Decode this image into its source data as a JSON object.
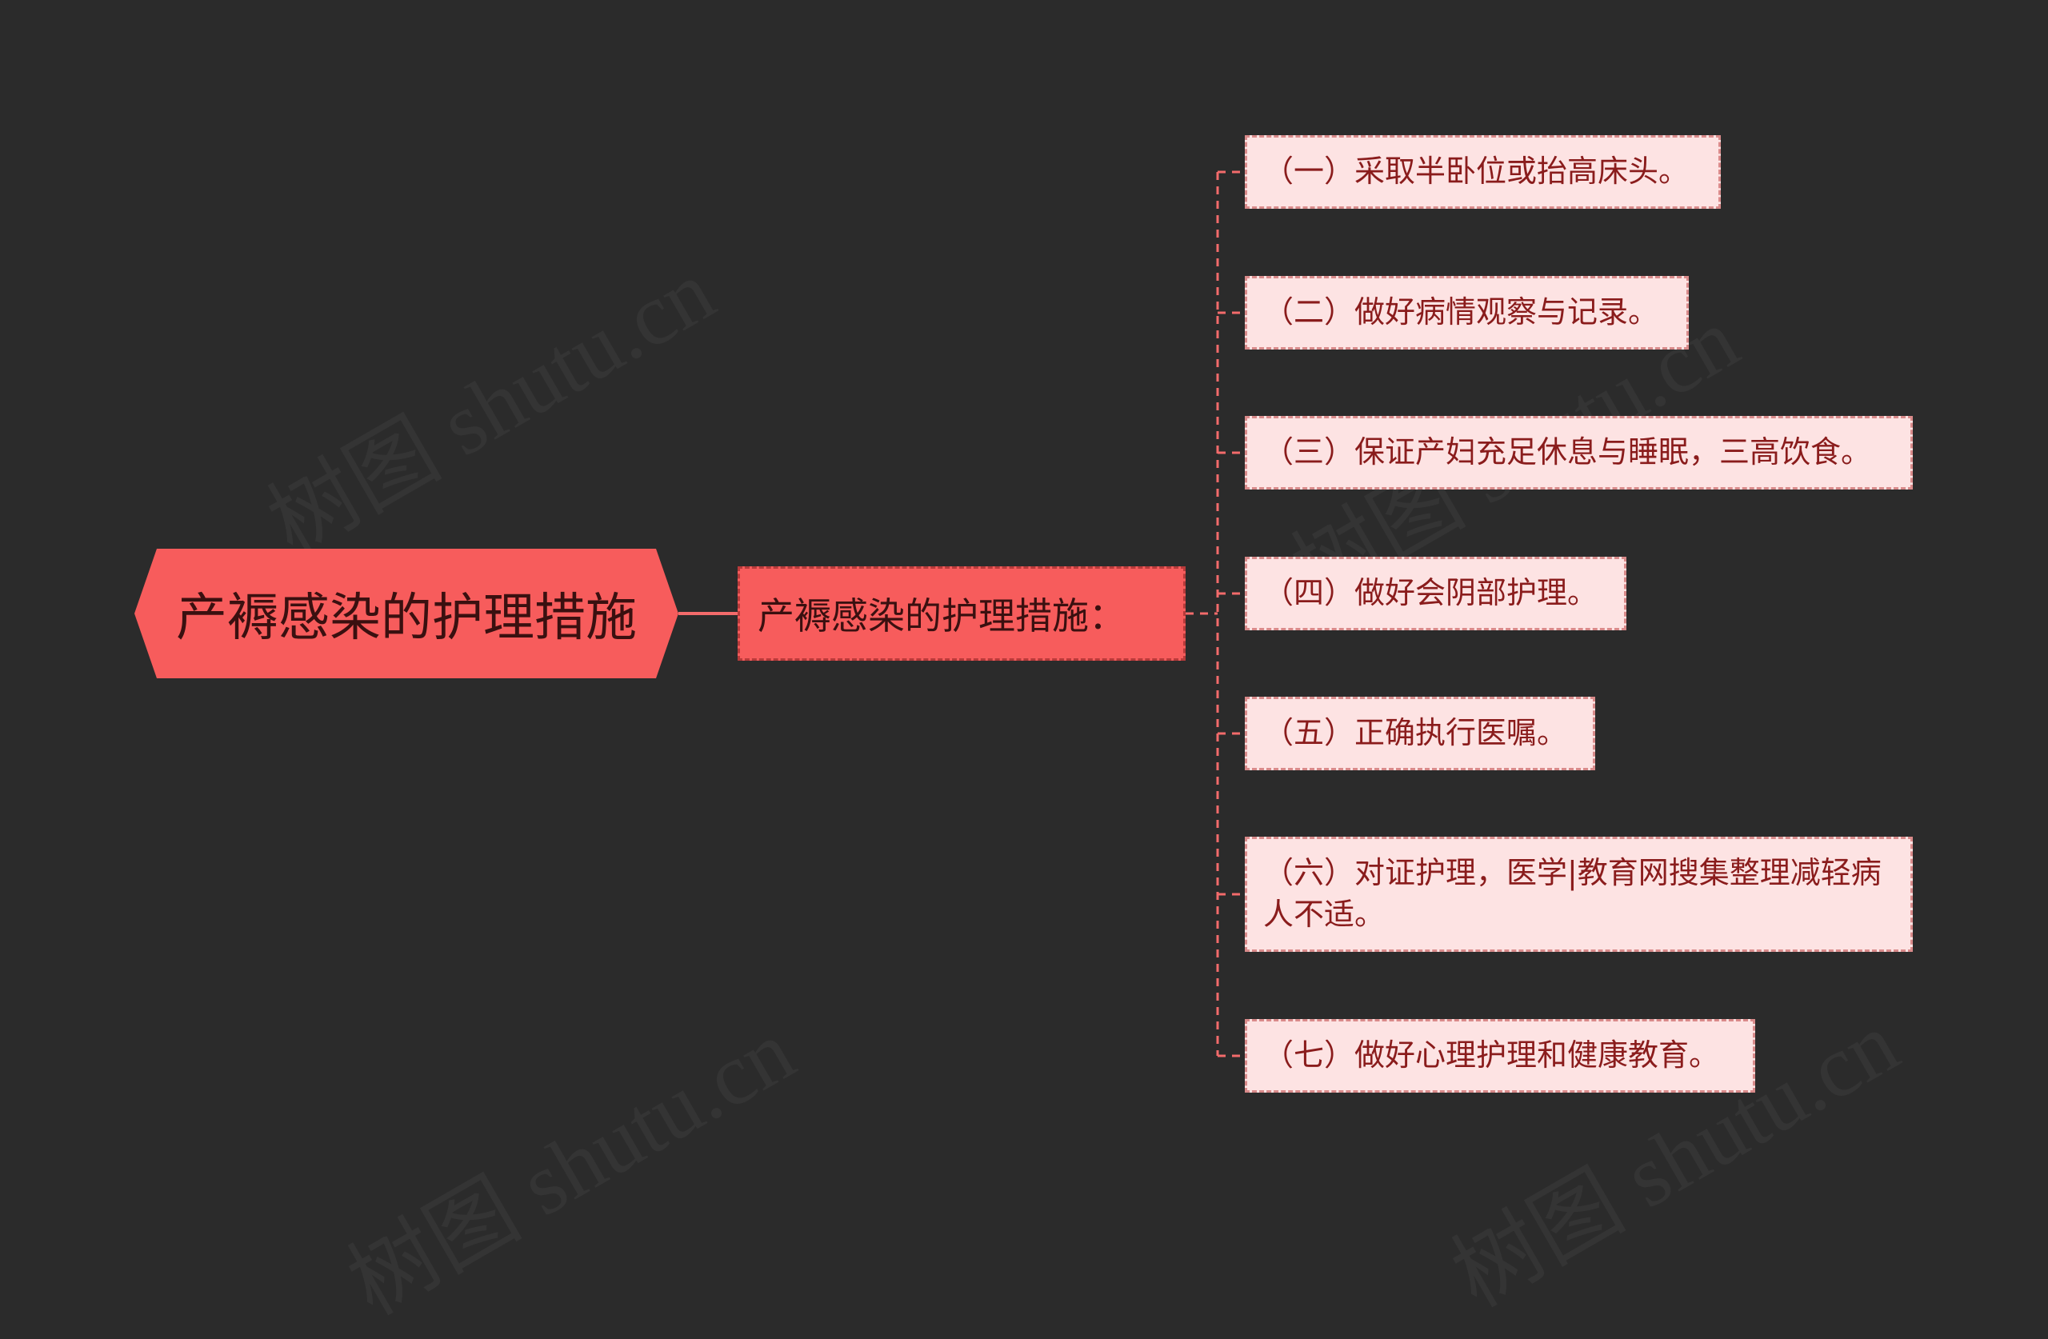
{
  "watermark": "树图 shutu.cn",
  "colors": {
    "background": "#2b2b2b",
    "root_fill": "#f75c5c",
    "leaf_fill": "#fde3e3",
    "connector": "#f36b6b"
  },
  "root": {
    "label": "产褥感染的护理措施"
  },
  "branch": {
    "label": "产褥感染的护理措施："
  },
  "leaves": [
    {
      "label": "（一）采取半卧位或抬高床头。"
    },
    {
      "label": "（二）做好病情观察与记录。"
    },
    {
      "label": "（三）保证产妇充足休息与睡眠，三高饮食。"
    },
    {
      "label": "（四）做好会阴部护理。"
    },
    {
      "label": "（五）正确执行医嘱。"
    },
    {
      "label": "（六）对证护理，医学|教育网搜集整理减轻病人不适。"
    },
    {
      "label": "（七）做好心理护理和健康教育。"
    }
  ]
}
